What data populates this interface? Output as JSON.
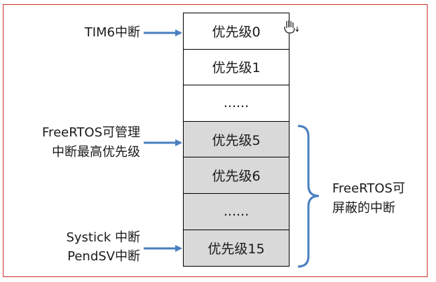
{
  "stack": {
    "cells": [
      {
        "label": "优先级0",
        "shaded": false
      },
      {
        "label": "优先级1",
        "shaded": false
      },
      {
        "label": "......",
        "shaded": false
      },
      {
        "label": "优先级5",
        "shaded": true
      },
      {
        "label": "优先级6",
        "shaded": true
      },
      {
        "label": "......",
        "shaded": true
      },
      {
        "label": "优先级15",
        "shaded": true
      }
    ]
  },
  "labels": {
    "tim6": "TIM6中断",
    "freertos_manage_line1": "FreeRTOS可管理",
    "freertos_manage_line2": "中断最高优先级",
    "systick": "Systick 中断",
    "pendsv": "PendSV中断",
    "maskable_line1": "FreeRTOS可",
    "maskable_line2": "屏蔽的中断"
  },
  "colors": {
    "arrow": "#4a7fc0",
    "shade": "#d9d9d9",
    "frame": "#d03030"
  },
  "icons": {
    "cursor": "hand-cursor-icon"
  }
}
